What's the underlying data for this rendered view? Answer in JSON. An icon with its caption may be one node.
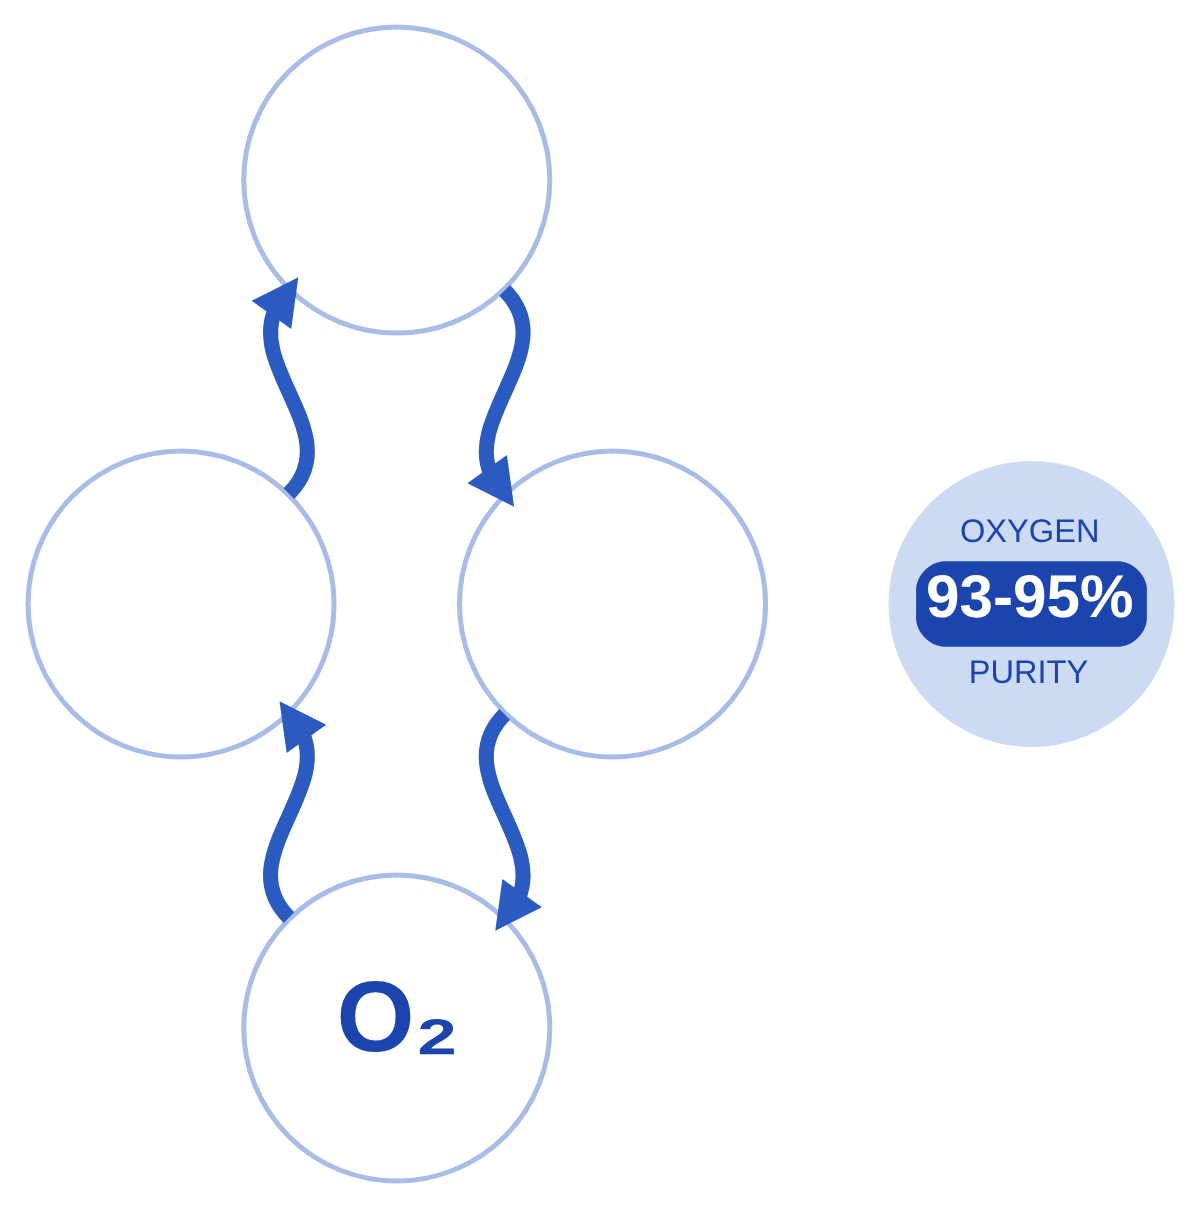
{
  "diagram": {
    "nodes": [
      {
        "text": [],
        "shape": "circle"
      },
      {
        "text": [],
        "shape": "circle"
      },
      {
        "text": [
          "OXYGEN",
          "93-95%",
          "PURITY"
        ]
      },
      {
        "text": [],
        "shape": "circle"
      },
      {
        "text": [
          "O₂"
        ]
      }
    ],
    "edges": [
      {
        "from": 0,
        "to": 3,
        "arrow": "to"
      },
      {
        "from": 3,
        "to": 4,
        "arrow": "to"
      },
      {
        "from": 4,
        "to": 1,
        "arrow": "to"
      },
      {
        "from": 1,
        "to": 0,
        "arrow": "to"
      }
    ]
  }
}
